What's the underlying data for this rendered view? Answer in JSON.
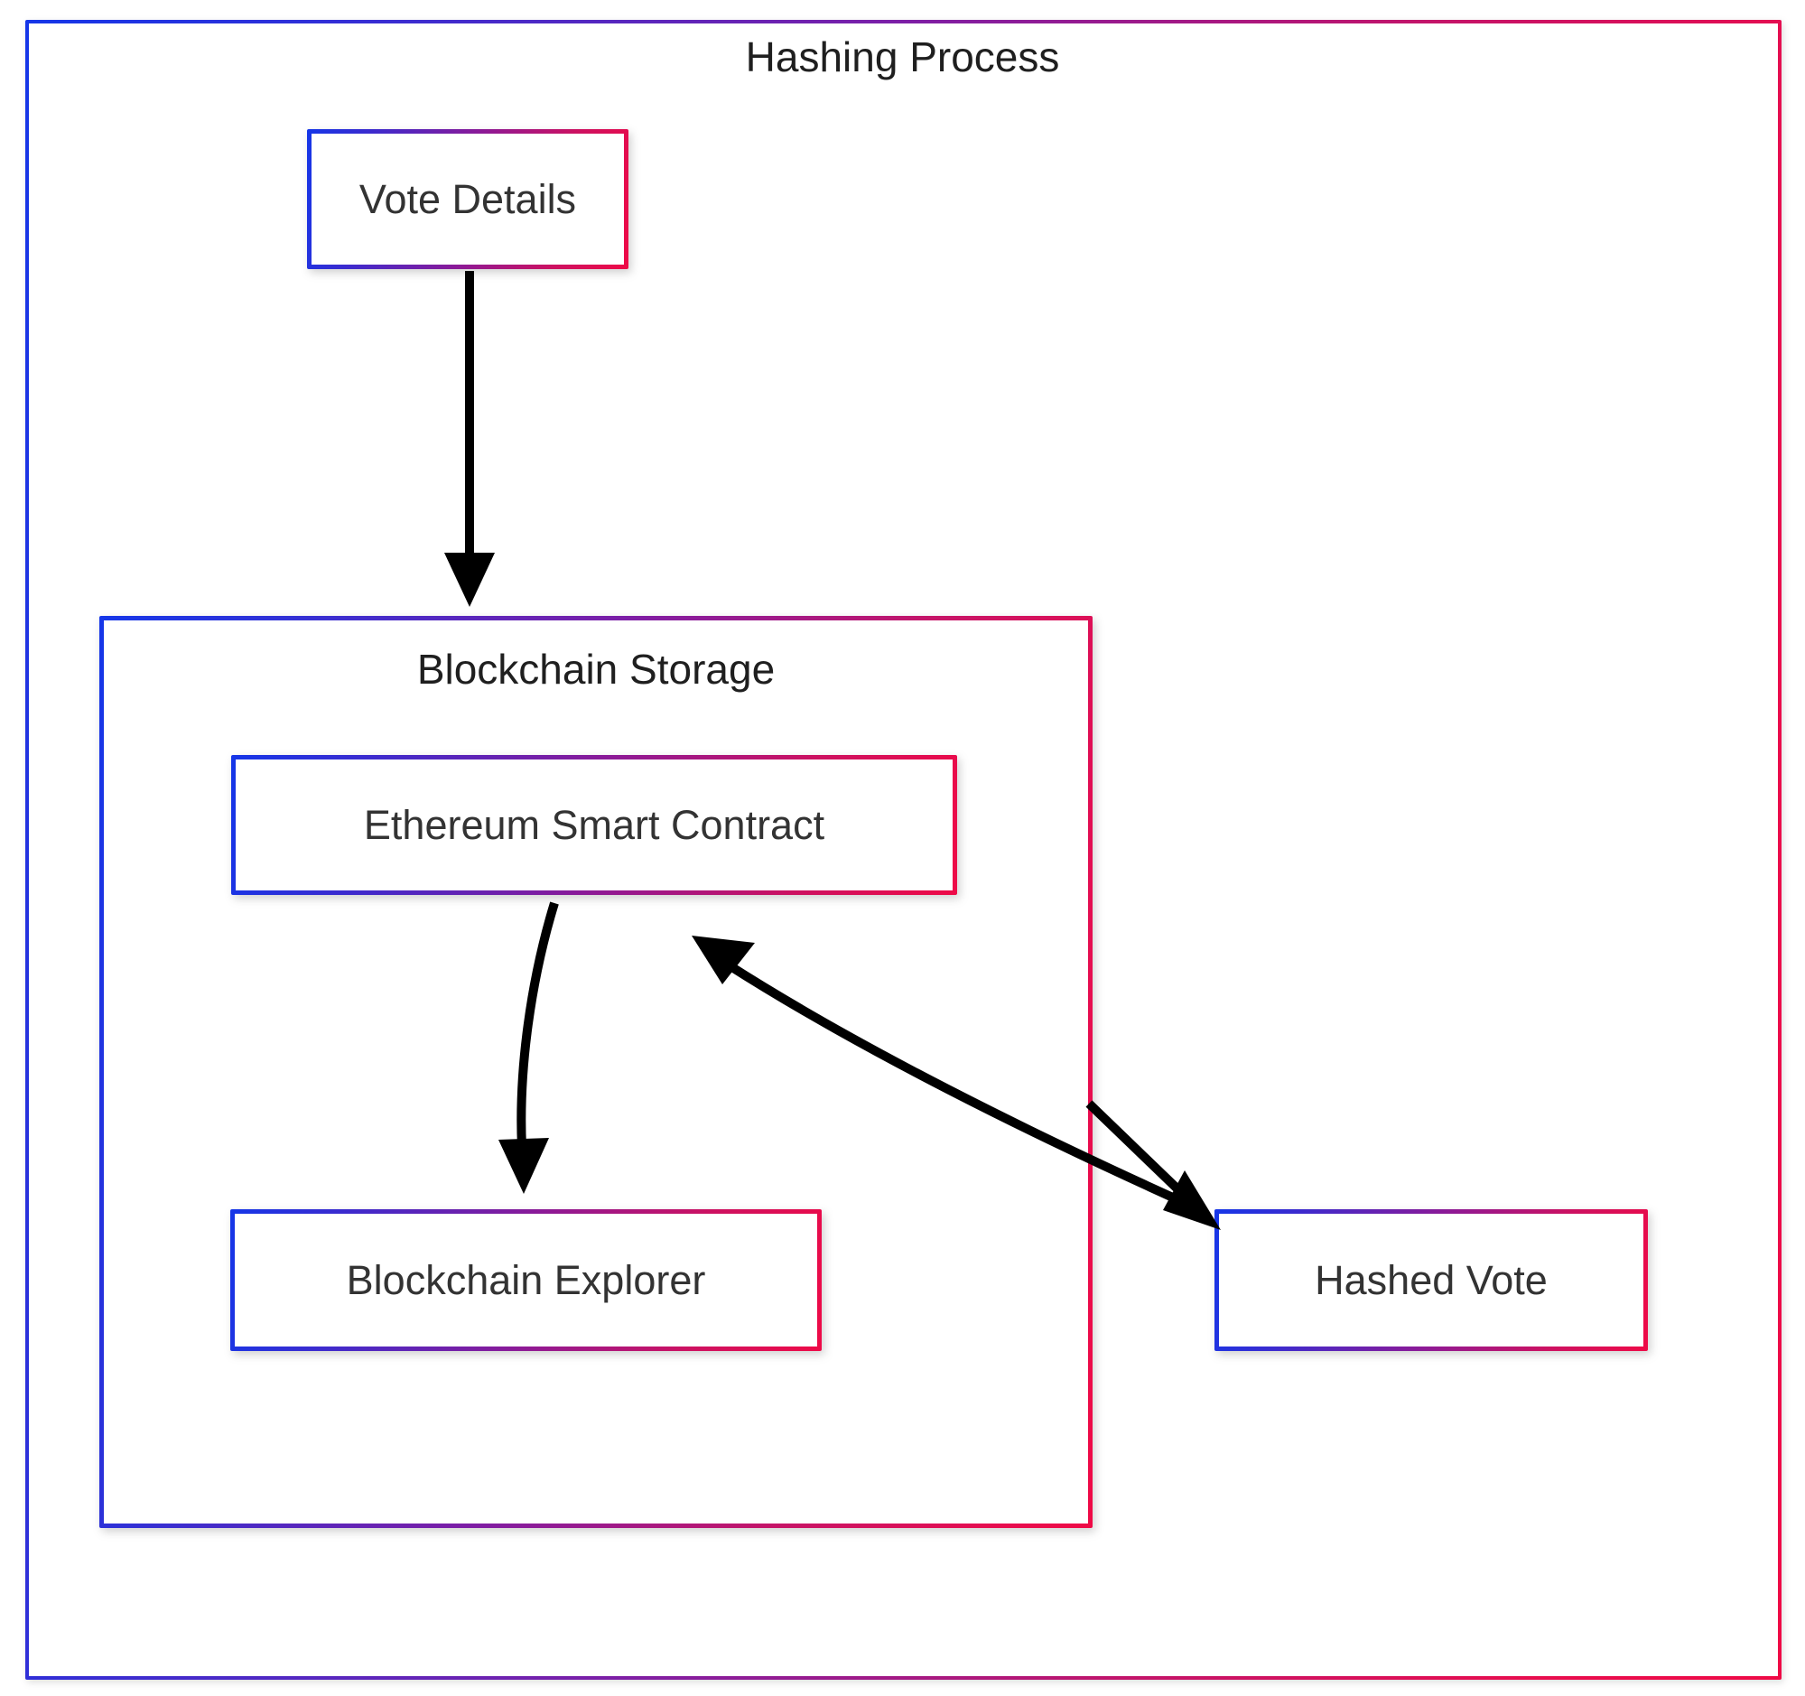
{
  "diagram": {
    "type": "flowchart",
    "background_color": "#ffffff",
    "accent_gradient_start": "#1536e8",
    "accent_gradient_end": "#ef0a46",
    "node_text_color": "#333333",
    "edge_color": "#000000",
    "clusters": [
      {
        "id": "hashing-process",
        "title": "Hashing Process"
      },
      {
        "id": "blockchain-storage",
        "title": "Blockchain Storage"
      }
    ],
    "nodes": [
      {
        "id": "vote-details",
        "label": "Vote Details"
      },
      {
        "id": "ethereum-smart-contract",
        "label": "Ethereum Smart Contract"
      },
      {
        "id": "blockchain-explorer",
        "label": "Blockchain Explorer"
      },
      {
        "id": "hashed-vote",
        "label": "Hashed Vote"
      }
    ],
    "edges": [
      {
        "id": "edge-vote-to-storage",
        "from": "vote-details",
        "to": "blockchain-storage",
        "style": "straight-arrow"
      },
      {
        "id": "edge-contract-to-explorer",
        "from": "ethereum-smart-contract",
        "to": "blockchain-explorer",
        "style": "curved-arrow"
      },
      {
        "id": "edge-contract-to-hashed-vote",
        "from": "ethereum-smart-contract",
        "to": "hashed-vote",
        "style": "curved-arrow"
      },
      {
        "id": "edge-storage-to-hashed-vote",
        "from": "blockchain-storage",
        "to": "hashed-vote",
        "style": "straight-arrow"
      }
    ]
  }
}
